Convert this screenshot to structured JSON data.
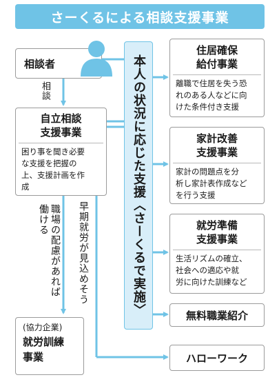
{
  "title": "さーくるによる相談支援事業",
  "consultant": {
    "label": "相談者"
  },
  "arrow_label": "相談",
  "jiritsu": {
    "title_line1": "自立相談",
    "title_line2": "支援事業",
    "desc_line1": "困り事を聞き必要",
    "desc_line2": "な支援を把握の",
    "desc_line3": "上、支援計画を作",
    "desc_line4": "成"
  },
  "center_label": "本人の状況に応じた支援〈さーくるで実施〉",
  "vertical_label_workplace": "職場の配慮があれば働ける",
  "vertical_label_early": "早期就労が見込めそう",
  "services": [
    {
      "title_line1": "住居確保",
      "title_line2": "給付事業",
      "desc_line1": "離職で住居を失う恐",
      "desc_line2": "れのある人などに向",
      "desc_line3": "けた条件付き支援"
    },
    {
      "title_line1": "家計改善",
      "title_line2": "支援事業",
      "desc_line1": "家計の問題点を分",
      "desc_line2": "析し家計表作成など",
      "desc_line3": "を行う支援"
    },
    {
      "title_line1": "就労準備",
      "title_line2": "支援事業",
      "desc_line1": "生活リズムの確立、",
      "desc_line2": "社会への適応や就",
      "desc_line3": "労に向けた訓練など"
    }
  ],
  "free_job": "無料職業紹介",
  "hello_work": "ハローワーク",
  "kyoryoku": {
    "note": "(協力企業)",
    "line1": "就労訓練",
    "line2": "事業"
  },
  "colors": {
    "accent": "#6fc3e6",
    "accent_light": "#d8eef9",
    "border": "#9a9a9a"
  }
}
